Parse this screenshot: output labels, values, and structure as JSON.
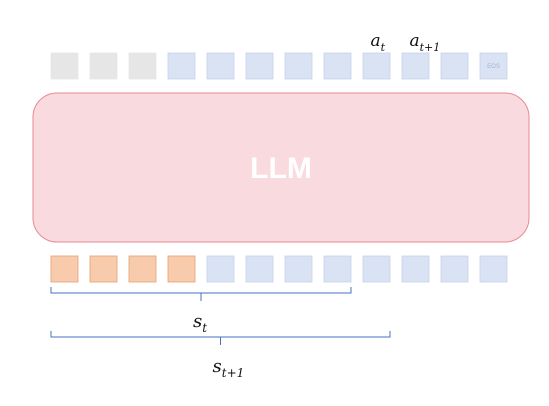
{
  "model": {
    "label": "LLM",
    "fill": "#f9dade",
    "stroke": "#e88a94",
    "text_color": "#ffffff"
  },
  "colors": {
    "grey_token": "#e6e6e6",
    "blue_token": "#dae3f3",
    "blue_token_border": "#c5d3ea",
    "orange_token": "#f8cbad",
    "orange_token_border": "#e5a070",
    "brace": "#4472c4"
  },
  "top_row": {
    "tokens": [
      "grey",
      "grey",
      "grey",
      "blue",
      "blue",
      "blue",
      "blue",
      "blue",
      "blue",
      "blue",
      "blue",
      "blue"
    ],
    "eos_label": "EOS",
    "labels": [
      {
        "base": "a",
        "sub": "t",
        "token_index": 8
      },
      {
        "base": "a",
        "sub": "t+1",
        "token_index": 9
      }
    ]
  },
  "bottom_row": {
    "tokens": [
      "orange",
      "orange",
      "orange",
      "orange",
      "blue",
      "blue",
      "blue",
      "blue",
      "blue",
      "blue",
      "blue",
      "blue"
    ]
  },
  "braces": [
    {
      "base": "s",
      "sub": "t",
      "from_token": 0,
      "to_token": 7
    },
    {
      "base": "s",
      "sub": "t+1",
      "from_token": 0,
      "to_token": 8
    }
  ]
}
